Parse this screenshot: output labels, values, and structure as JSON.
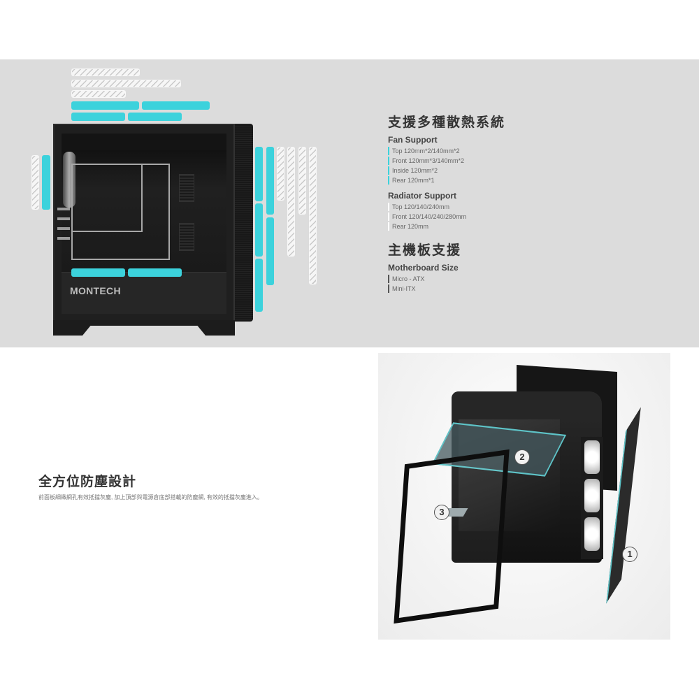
{
  "cooling_section": {
    "title": "支援多種散熱系統",
    "fan_support": {
      "heading": "Fan Support",
      "items": [
        "Top 120mm*2/140mm*2",
        "Front 120mm*3/140mm*2",
        "Inside 120mm*2",
        "Rear 120mm*1"
      ],
      "marker_color": "#3cd2dc"
    },
    "radiator_support": {
      "heading": "Radiator Support",
      "items": [
        "Top 120/140/240mm",
        "Front 120/140/240/280mm",
        "Rear 120mm"
      ],
      "marker_color": "#ffffff"
    }
  },
  "motherboard_section": {
    "title": "主機板支援",
    "heading": "Motherboard Size",
    "items": [
      "Micro - ATX",
      "Mini-ITX"
    ],
    "marker_color": "#555555"
  },
  "case_image": {
    "brand": "MONTECH",
    "legend": {
      "fan_color": "#3cd2dc",
      "radiator_style": "hatched-white"
    }
  },
  "dust_section": {
    "title": "全方位防塵設計",
    "description": "前面板細緻網孔有效抵擋灰塵, 加上頂部與電源倉底部搭載的防塵網, 有效的抵擋灰塵進入。",
    "callouts": [
      "1",
      "2",
      "3"
    ]
  },
  "colors": {
    "panel_bg": "#dcdcdc",
    "accent_cyan": "#3cd2dc",
    "case_black": "#1f1f1f"
  }
}
